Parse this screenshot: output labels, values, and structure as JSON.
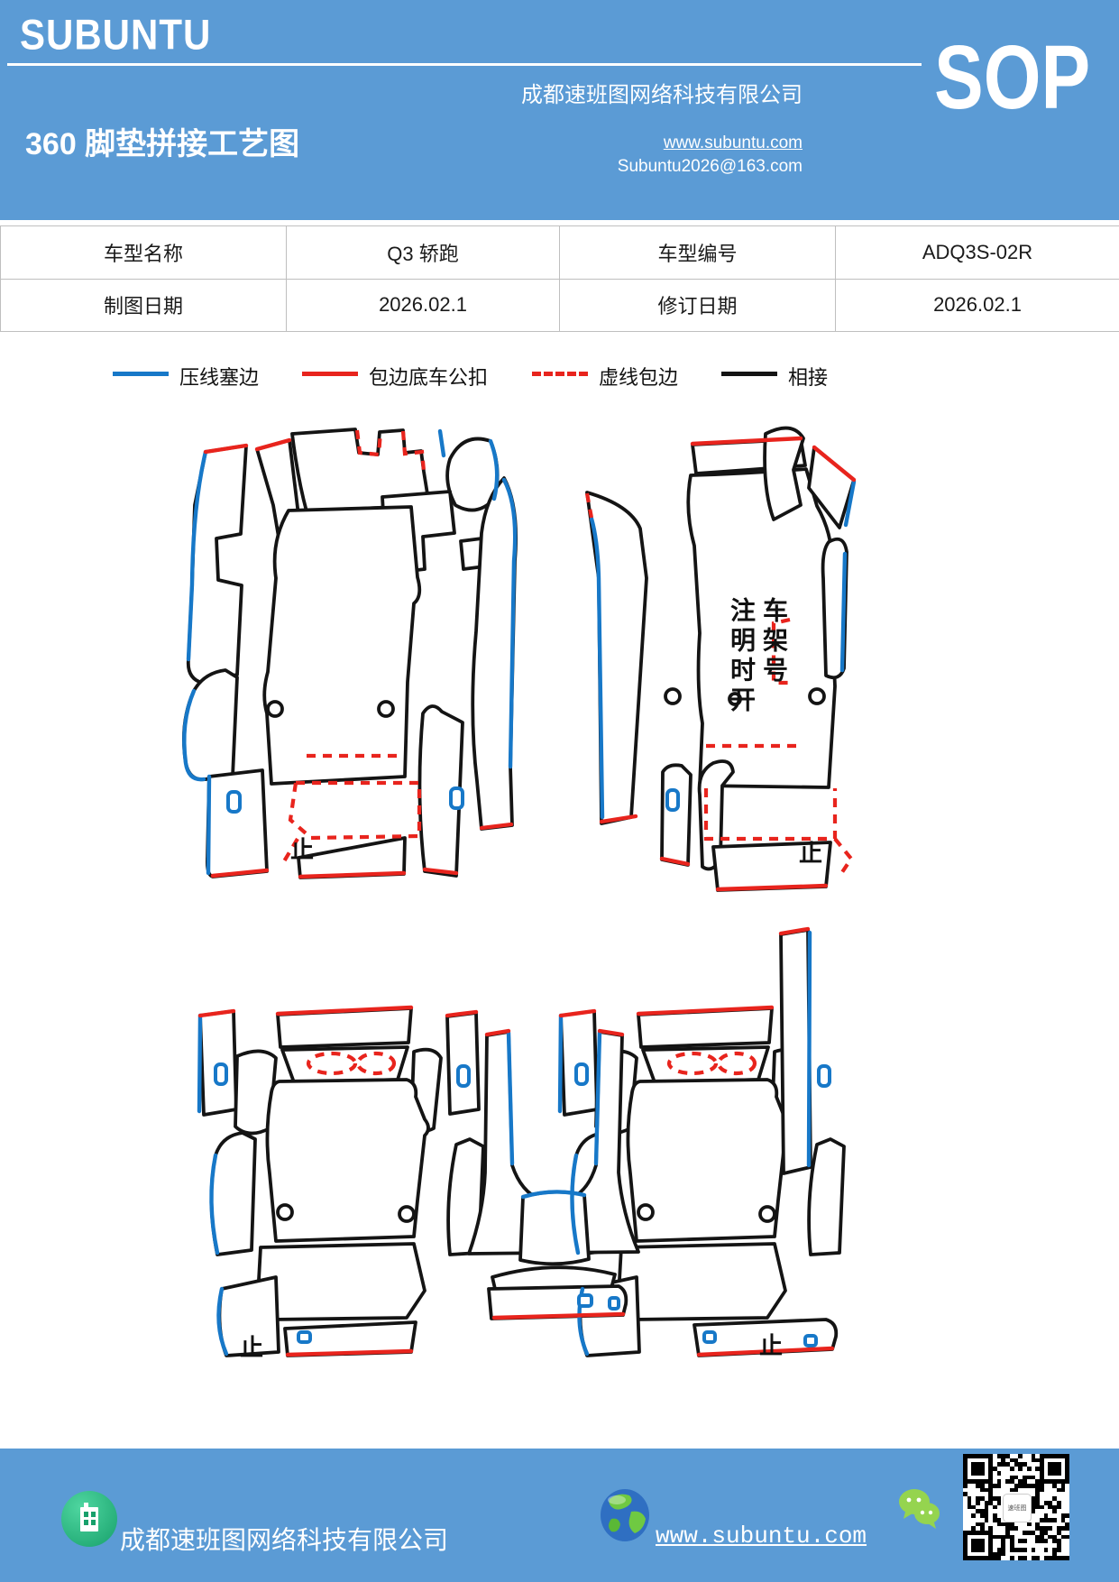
{
  "header": {
    "logo": "SUBUNTU",
    "company": "成都速班图网络科技有限公司",
    "title": "360 脚垫拼接工艺图",
    "website": "www.subuntu.com",
    "email": "Subuntu2026@163.com",
    "sop": "SOP"
  },
  "info_table": {
    "rows": [
      [
        "车型名称",
        "Q3  轿跑",
        "车型编号",
        "ADQ3S-02R"
      ],
      [
        "制图日期",
        "2026.02.1",
        "修订日期",
        "2026.02.1"
      ]
    ]
  },
  "legend": {
    "items": [
      {
        "label": "压线塞边",
        "color": "#1778c8",
        "style": "solid"
      },
      {
        "label": "包边底车公扣",
        "color": "#e8241d",
        "style": "solid"
      },
      {
        "label": "虚线包边",
        "color": "#e8241d",
        "style": "dashed"
      },
      {
        "label": "相接",
        "color": "#141414",
        "style": "solid"
      }
    ]
  },
  "diagram": {
    "annotation": {
      "col1": "注明时开",
      "col2": "车架号"
    },
    "stop_label": "止"
  },
  "footer": {
    "company": "成都速班图网络科技有限公司",
    "website": "www.subuntu.com",
    "icons": [
      "company-badge-icon",
      "globe-icon",
      "wechat-icon",
      "qr-code"
    ]
  },
  "colors": {
    "header_bg": "#5b9bd5",
    "press_line_blue": "#1778c8",
    "edge_red": "#e8241d",
    "outline_black": "#141414",
    "wechat_green": "#95d44f",
    "badge_green": "#17a06b"
  }
}
